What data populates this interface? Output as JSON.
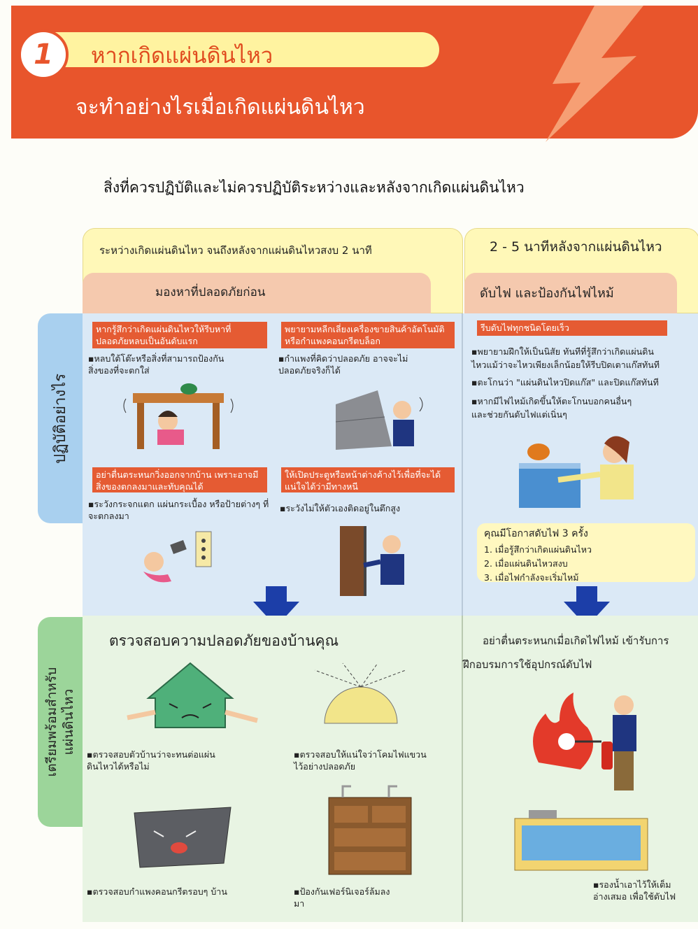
{
  "header": {
    "number": "1",
    "title": "หากเกิดแผ่นดินไหว",
    "subtitle": "จะทำอย่างไรเมื่อเกิดแผ่นดินไหว"
  },
  "section_title": "สิ่งที่ควรปฏิบัติและไม่ควรปฏิบัติระหว่างและหลังจากเกิดแผ่นดินไหว",
  "columns": {
    "during": {
      "time_label": "ระหว่างเกิดแผ่นดินไหว จนถึงหลังจากแผ่นดินไหวสงบ 2 นาที",
      "heading": "มองหาที่ปลอดภัยก่อน"
    },
    "after": {
      "time_label": "2 - 5 นาทีหลังจากแผ่นดินไหว",
      "heading": "ดับไฟ และป้องกันไฟไหม้"
    }
  },
  "side_tabs": {
    "practice": "ปฏิบัติอย่างไร",
    "prepare_line1": "เตรียมพร้อมสำหรับ",
    "prepare_line2": "แผ่นดินไหว"
  },
  "during_items": [
    {
      "box": "หากรู้สึกว่าเกิดแผ่นดินไหวให้รีบหาที่ปลอดภัยหลบเป็นอันดับแรก",
      "bullet": "▪หลบใต้โต๊ะหรือสิ่งที่สามารถป้องกันสิ่งของที่จะตกใส่"
    },
    {
      "box": "พยายามหลีกเลี่ยงเครื่องขายสินค้าอัตโนมัติหรือกำแพงคอนกรีตบล็อก",
      "bullet": "▪กำแพงที่คิดว่าปลอดภัย อาจจะไม่ปลอดภัยจริงก็ได้"
    },
    {
      "box": "อย่าตื่นตระหนกวิ่งออกจากบ้าน เพราะอาจมีสิ่งของตกลงมาและทับคุณได้",
      "bullet": "▪ระวังกระจกแตก แผ่นกระเบื้อง หรือป้ายต่างๆ ที่จะตกลงมา"
    },
    {
      "box": "ให้เปิดประตูหรือหน้าต่างค้างไว้เพื่อที่จะได้แน่ใจได้ว่ามีทางหนี",
      "bullet": "▪ระวังไม่ให้ตัวเองติดอยู่ในตึกสูง"
    }
  ],
  "after_items": {
    "box": "รีบดับไฟทุกชนิดโดยเร็ว",
    "bullets": [
      "▪พยายามฝึกให้เป็นนิสัย ทันทีที่รู้สึกว่าเกิดแผ่นดิน",
      "ไหวแม้ว่าจะไหวเพียงเล็กน้อยให้รีบปิดเตาแก๊สทันที",
      "▪ตะโกนว่า \"แผ่นดินไหวปิดแก๊ส\" และปิดแก๊สทันที",
      "▪หากมีไฟไหม้เกิดขึ้นให้ตะโกนบอกคนอื่นๆ",
      "และช่วยกันดับไฟแต่เนิ่นๆ"
    ]
  },
  "chances": {
    "title": "คุณมีโอกาสดับไฟ 3 ครั้ง",
    "items": [
      "1. เมื่อรู้สึกว่าเกิดแผ่นดินไหว",
      "2. เมื่อแผ่นดินไหวสงบ",
      "3. เมื่อไฟกำลังจะเริ่มไหม้"
    ]
  },
  "prepare": {
    "heading": "ตรวจสอบความปลอดภัยของบ้านคุณ",
    "items": [
      "▪ตรวจสอบตัวบ้านว่าจะทนต่อแผ่นดินไหวได้หรือไม่",
      "▪ตรวจสอบให้แน่ใจว่าโคมไฟแขวนไว้อย่างปลอดภัย",
      "▪ตรวจสอบกำแพงคอนกรีตรอบๆ บ้าน",
      "▪ป้องกันเฟอร์นิเจอร์ล้มลงมา"
    ],
    "fire_line1": "อย่าตื่นตระหนกเมื่อเกิดไฟไหม้ เข้ารับการ",
    "fire_line2": "ฝึกอบรมการใช้อุปกรณ์ดับไฟ",
    "bath": "▪รองน้ำเอาไว้ให้เต็มอ่างเสมอ เพื่อใช้ดับไฟ"
  },
  "colors": {
    "header_red": "#e8552c",
    "pill_yellow": "#fff3a0",
    "practice_blue": "#dbe9f6",
    "prepare_green": "#e8f4e3",
    "arrow_blue": "#1c3ea8"
  }
}
